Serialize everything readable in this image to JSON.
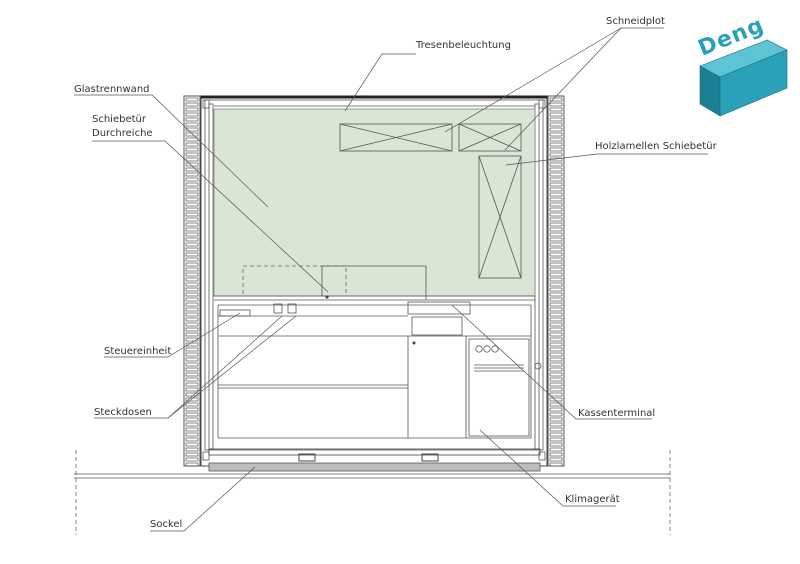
{
  "colors": {
    "glass": "#d9e6d6",
    "glass_stroke": "#7a8a78",
    "logo_front": "#2aa1b8",
    "logo_top": "#5ec3d2",
    "logo_side": "#1d7f93"
  },
  "logo": {
    "text": "Deng"
  },
  "labels": {
    "tresenbeleuchtung": "Tresenbeleuchtung",
    "schneidplot": "Schneidplot",
    "glastrennwand": "Glastrennwand",
    "schiebetuer_line1": "Schiebetür",
    "schiebetuer_line2": "Durchreiche",
    "holzlamellen": "Holzlamellen Schiebetür",
    "steuereinheit": "Steuereinheit",
    "steckdosen": "Steckdosen",
    "kassenterminal": "Kassenterminal",
    "klimageraet": "Klimagerät",
    "sockel": "Sockel"
  }
}
